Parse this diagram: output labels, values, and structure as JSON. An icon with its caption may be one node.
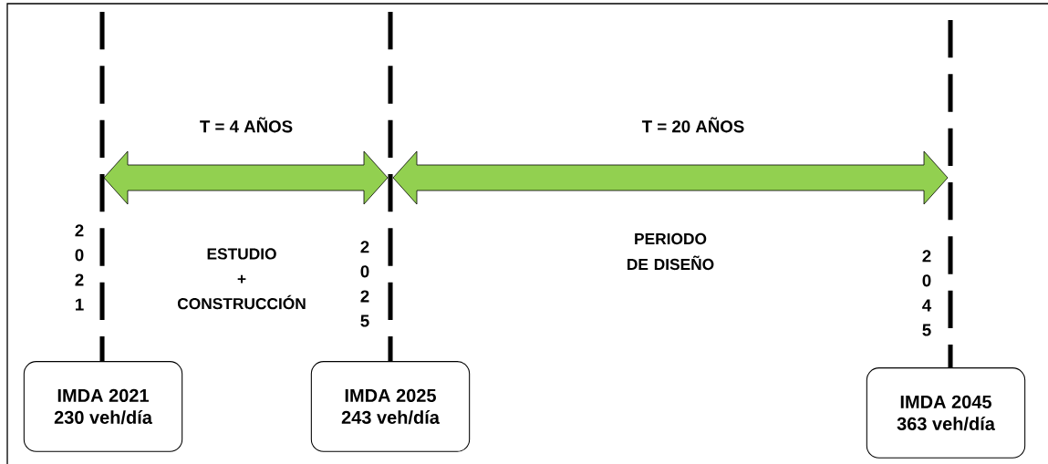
{
  "diagram": {
    "nodes": [
      {
        "text": [
          "IMDA 2021",
          "230 veh/día"
        ]
      },
      {
        "text": [
          "IMDA 2025",
          "243 veh/día"
        ]
      },
      {
        "text": [
          "IMDA 2045",
          "363 veh/día"
        ]
      }
    ],
    "labels": [
      "T = 4 AÑOS",
      "T = 20 AÑOS",
      "2021",
      "ESTUDIO + CONSTRUCCIÓN",
      "2025",
      "PERIODO DE DISEÑO",
      "2045"
    ]
  }
}
